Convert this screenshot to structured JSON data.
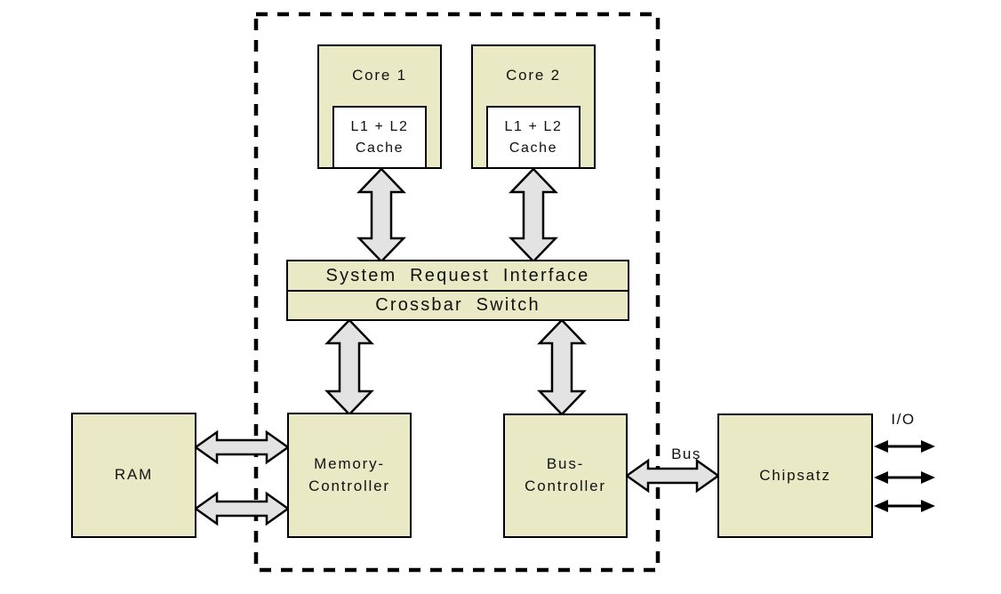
{
  "colors": {
    "box_fill": "#e9e9c5",
    "cache_fill": "#ffffff",
    "arrow_fill": "#e3e3e3",
    "outline": "#000000",
    "background": "#ffffff"
  },
  "cpu": {
    "core1": {
      "label": "Core 1",
      "cache_line1": "L1 + L2",
      "cache_line2": "Cache"
    },
    "core2": {
      "label": "Core 2",
      "cache_line1": "L1 + L2",
      "cache_line2": "Cache"
    },
    "sri_label": "System Request Interface",
    "crossbar_label": "Crossbar Switch",
    "memory_controller": {
      "line1": "Memory-",
      "line2": "Controller"
    },
    "bus_controller": {
      "line1": "Bus-",
      "line2": "Controller"
    }
  },
  "external": {
    "ram_label": "RAM",
    "chipset_label": "Chipsatz",
    "bus_label": "Bus",
    "io_label": "I/O"
  }
}
